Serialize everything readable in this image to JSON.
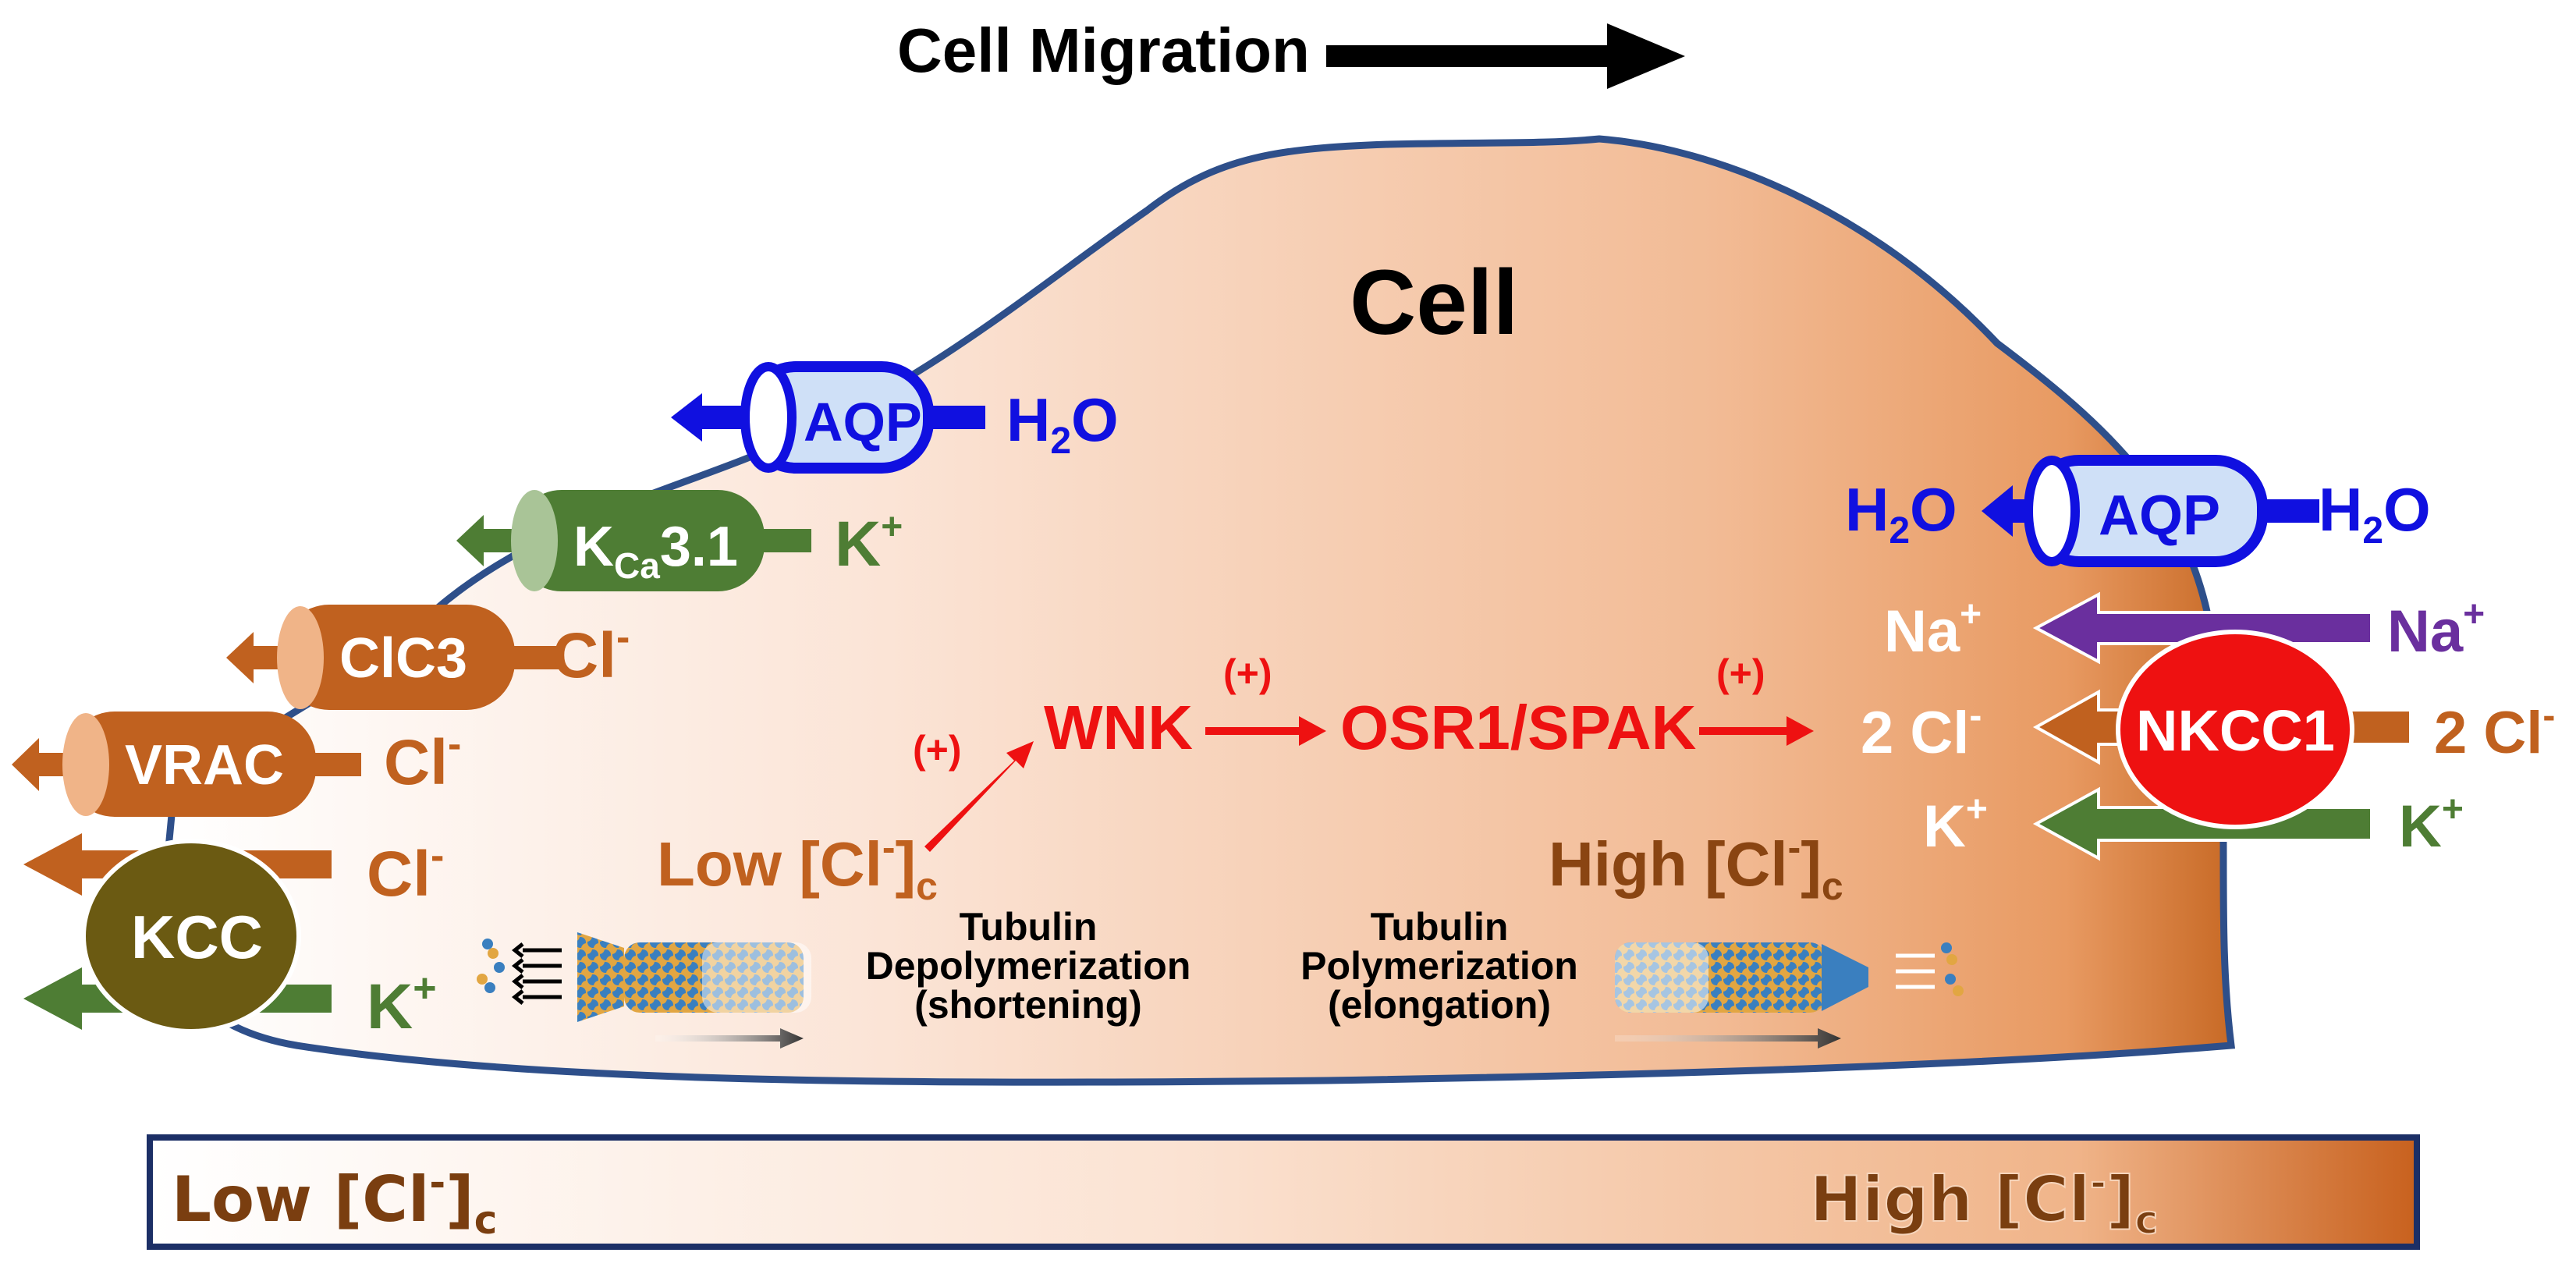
{
  "migration": {
    "label": "Cell Migration"
  },
  "cell": {
    "label": "Cell"
  },
  "left_channels": {
    "aqp": {
      "name": "AQP",
      "substrate_main": "H",
      "substrate_sub": "2",
      "substrate_end": "O"
    },
    "kca": {
      "name_main": "K",
      "name_sub": "Ca",
      "name_end": "3.1",
      "ion_main": "K",
      "ion_sup": "+"
    },
    "clc3": {
      "name": "ClC3",
      "ion_main": "Cl",
      "ion_sup": "-"
    },
    "vrac": {
      "name": "VRAC",
      "ion_main": "Cl",
      "ion_sup": "-"
    },
    "kcc": {
      "name": "KCC",
      "cl_main": "Cl",
      "cl_sup": "-",
      "k_main": "K",
      "k_sup": "+"
    }
  },
  "right_transporters": {
    "aqp": {
      "name": "AQP",
      "in_main": "H",
      "in_sub": "2",
      "in_end": "O",
      "out_main": "H",
      "out_sub": "2",
      "out_end": "O"
    },
    "nkcc1": {
      "name": "NKCC1",
      "na_out_main": "Na",
      "na_out_sup": "+",
      "na_in_main": "Na",
      "na_in_sup": "+",
      "cl_out": "2 Cl",
      "cl_out_sup": "-",
      "cl_in": "2 Cl",
      "cl_in_sup": "-",
      "k_out_main": "K",
      "k_out_sup": "+",
      "k_in_main": "K",
      "k_in_sup": "+"
    }
  },
  "pathway": {
    "plus": "(+)",
    "wnk": "WNK",
    "osr": "OSR1/SPAK",
    "low_cl": {
      "main": "Low [Cl",
      "sup": "-",
      "close": "]",
      "sub": "c"
    },
    "high_cl": {
      "main": "High [Cl",
      "sup": "-",
      "close": "]",
      "sub": "c"
    }
  },
  "tubulin": {
    "depoly": [
      "Tubulin",
      "Depolymerization",
      "(shortening)"
    ],
    "poly": [
      "Tubulin",
      "Polymerization",
      "(elongation)"
    ]
  },
  "gradient_bar": {
    "low": {
      "main": "Low [Cl",
      "sup": "-",
      "close": "]",
      "sub": "c"
    },
    "high": {
      "main": "High [Cl",
      "sup": "-",
      "close": "]",
      "sub": "c"
    }
  },
  "colors": {
    "blue": "#1010e0",
    "green": "#4e7d34",
    "orange": "#c0611f",
    "red": "#ee1111",
    "purple": "#6a2f9e",
    "olive": "#6b5a12",
    "brown": "#8a4512",
    "outline": "#2e4f8a"
  }
}
